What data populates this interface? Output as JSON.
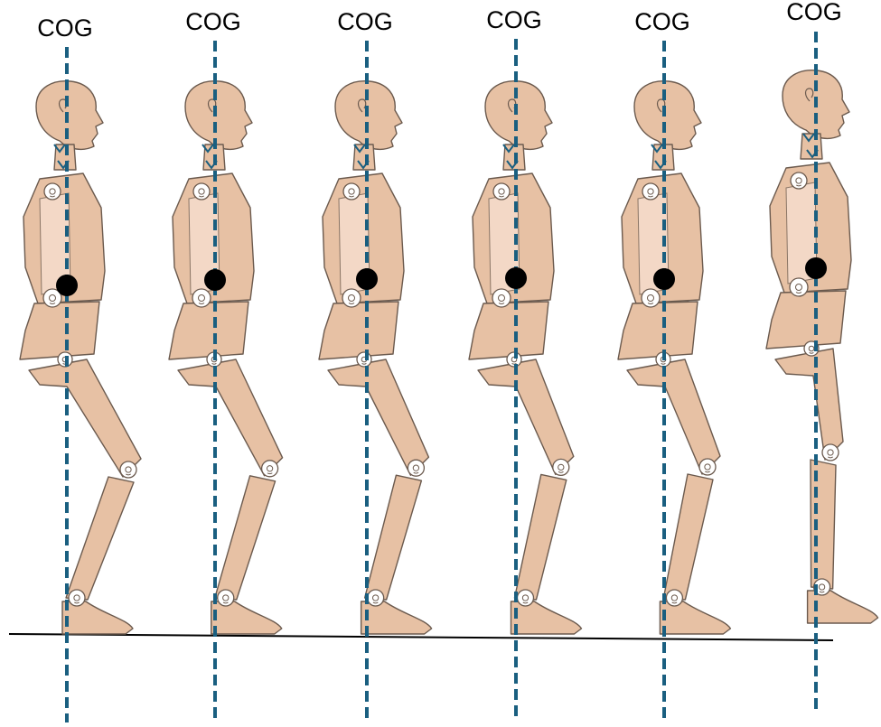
{
  "diagram": {
    "colors": {
      "cog_line": "#1a5f80",
      "cog_marker": "#000000",
      "skin": "#e7c1a4",
      "ground": "#000000"
    },
    "figures": [
      {
        "label": "COG"
      },
      {
        "label": "COG"
      },
      {
        "label": "COG"
      },
      {
        "label": "COG"
      },
      {
        "label": "COG"
      },
      {
        "label": "COG"
      }
    ]
  }
}
